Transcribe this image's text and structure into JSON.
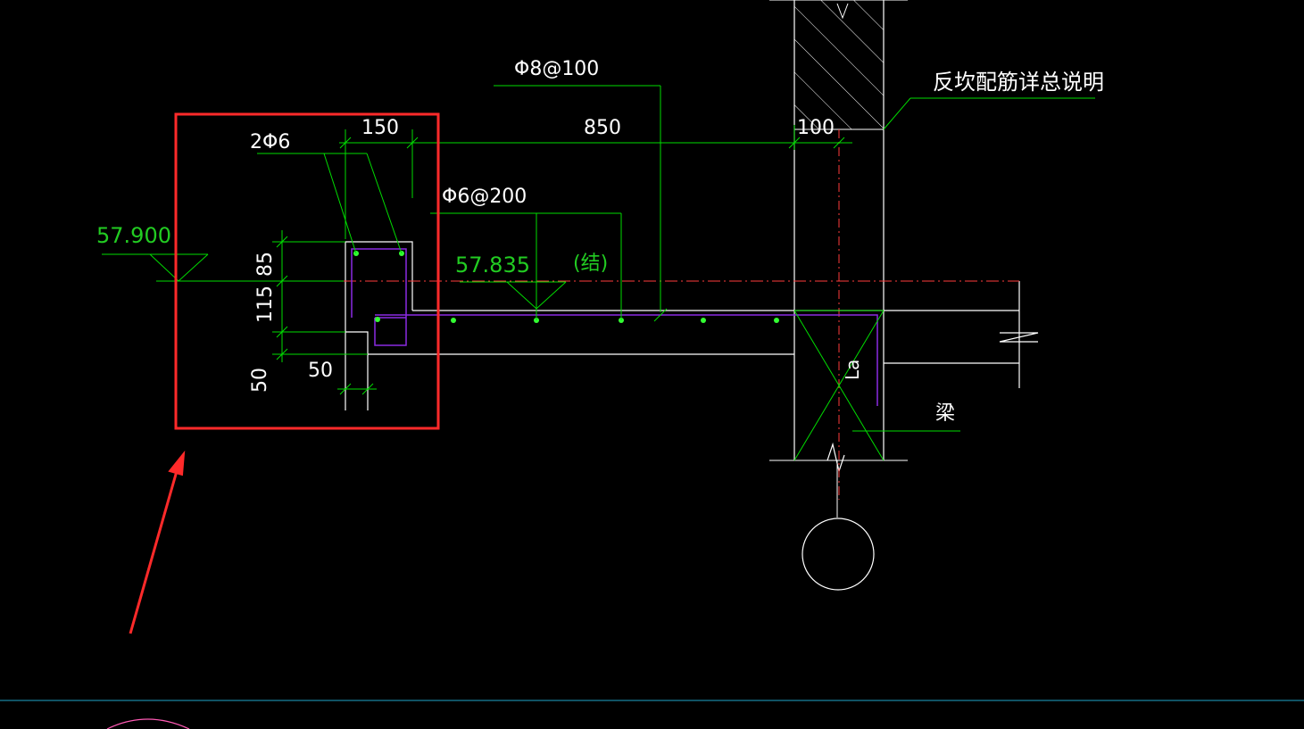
{
  "drawing": {
    "rebar_top": "Φ8@100",
    "rebar_mid": "Φ6@200",
    "rebar_edge": "2Φ6",
    "dim_150": "150",
    "dim_850": "850",
    "dim_100": "100",
    "dim_85": "85",
    "dim_115": "115",
    "dim_50_v": "50",
    "dim_50_h": "50",
    "elev_left": "57.900",
    "elev_right": "57.835",
    "elev_note": "(结)",
    "note_right": "反坎配筋详总说明",
    "beam_label": "梁",
    "la_label": "La"
  },
  "colors": {
    "background": "#000000",
    "line": "#ffffff",
    "dim": "#00ff00",
    "rebar": "#8a2be2",
    "rebar_dot": "#33ff33",
    "axis": "#ff0000",
    "highlight": "#ff2a2a",
    "divider": "#1fa3c9"
  }
}
